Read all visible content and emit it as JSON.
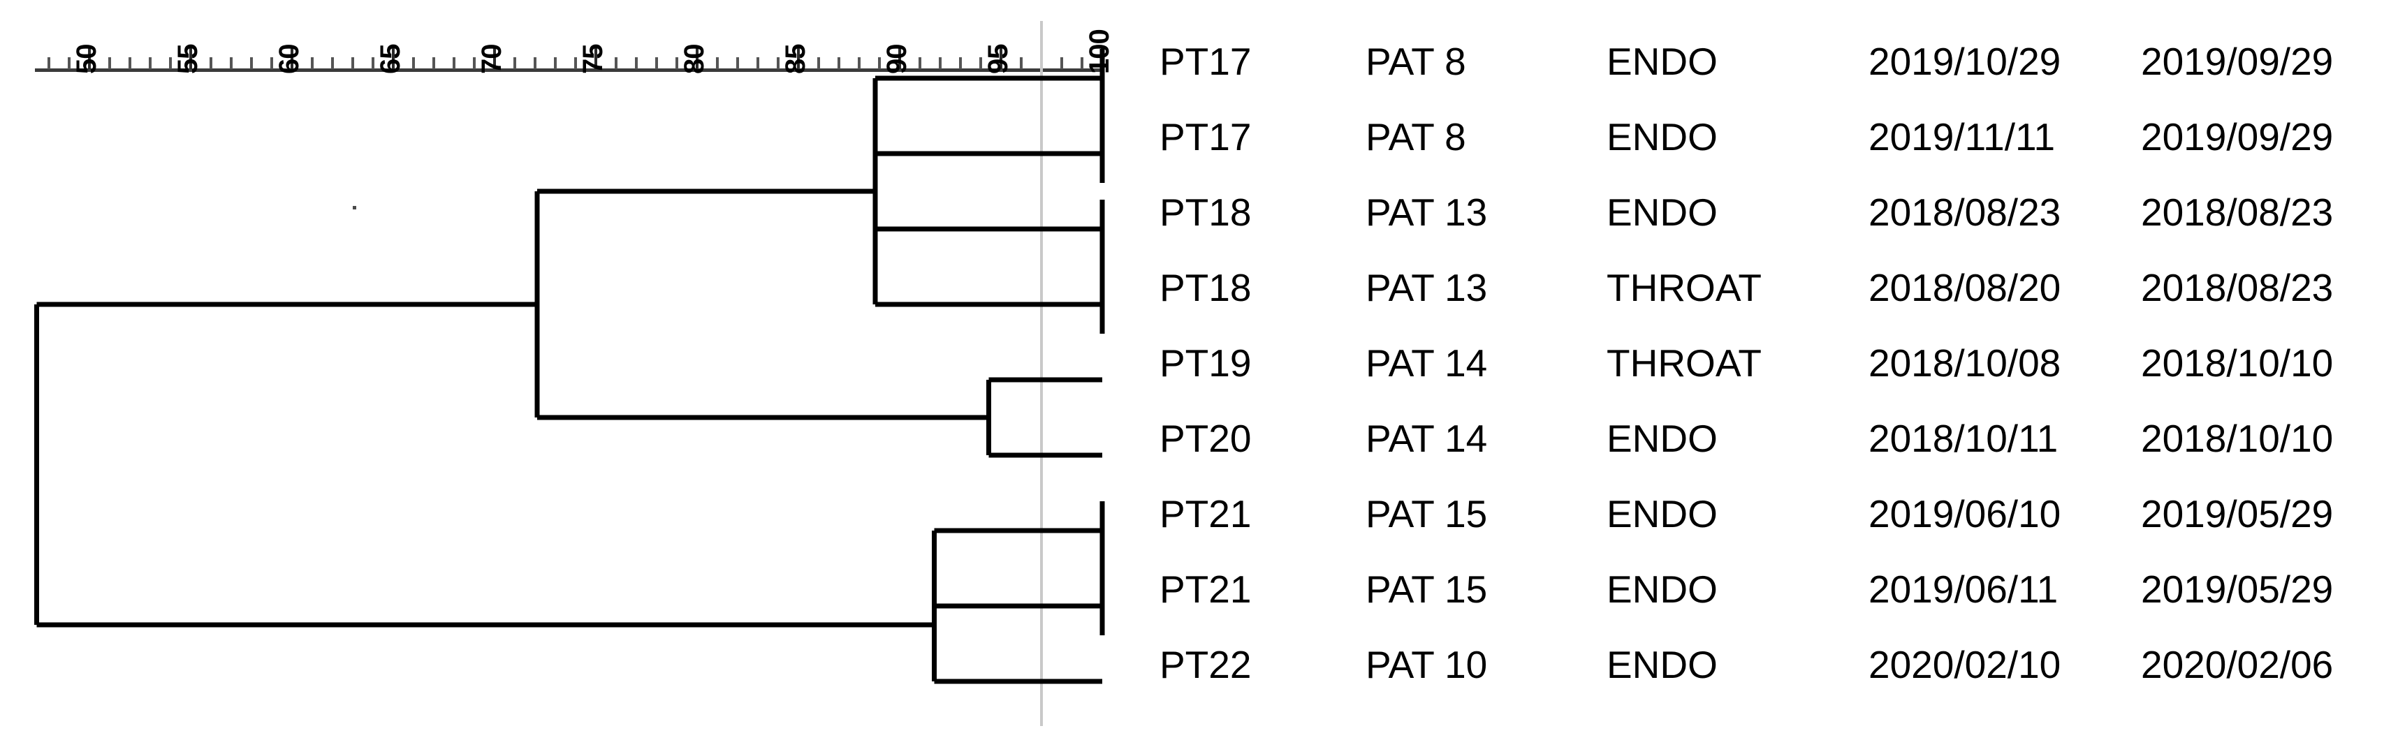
{
  "axis": {
    "label_orientation": "vertical",
    "min": 50,
    "max": 100,
    "major_step": 5,
    "minor_step": 1,
    "ticks": [
      {
        "value": 50,
        "label": "50"
      },
      {
        "value": 55,
        "label": "55"
      },
      {
        "value": 60,
        "label": "60"
      },
      {
        "value": 65,
        "label": "65"
      },
      {
        "value": 70,
        "label": "70"
      },
      {
        "value": 75,
        "label": "75"
      },
      {
        "value": 80,
        "label": "80"
      },
      {
        "value": 85,
        "label": "85"
      },
      {
        "value": 90,
        "label": "90"
      },
      {
        "value": 95,
        "label": "95"
      },
      {
        "value": 100,
        "label": "100"
      }
    ],
    "threshold_value": 97.0
  },
  "columns": [
    "strain",
    "patient",
    "source",
    "date_collected",
    "date_reference"
  ],
  "rows": [
    {
      "strain": "PT17",
      "patient": "PAT 8",
      "source": "ENDO",
      "date_collected": "2019/10/29",
      "date_reference": "2019/09/29"
    },
    {
      "strain": "PT17",
      "patient": "PAT 8",
      "source": "ENDO",
      "date_collected": "2019/11/11",
      "date_reference": "2019/09/29"
    },
    {
      "strain": "PT18",
      "patient": "PAT 13",
      "source": "ENDO",
      "date_collected": "2018/08/23",
      "date_reference": "2018/08/23"
    },
    {
      "strain": "PT18",
      "patient": "PAT 13",
      "source": "THROAT",
      "date_collected": "2018/08/20",
      "date_reference": "2018/08/23"
    },
    {
      "strain": "PT19",
      "patient": "PAT 14",
      "source": "THROAT",
      "date_collected": "2018/10/08",
      "date_reference": "2018/10/10"
    },
    {
      "strain": "PT20",
      "patient": "PAT 14",
      "source": "ENDO",
      "date_collected": "2018/10/11",
      "date_reference": "2018/10/10"
    },
    {
      "strain": "PT21",
      "patient": "PAT 15",
      "source": "ENDO",
      "date_collected": "2019/06/10",
      "date_reference": "2019/05/29"
    },
    {
      "strain": "PT21",
      "patient": "PAT 15",
      "source": "ENDO",
      "date_collected": "2019/06/11",
      "date_reference": "2019/05/29"
    },
    {
      "strain": "PT22",
      "patient": "PAT 10",
      "source": "ENDO",
      "date_collected": "2020/02/10",
      "date_reference": "2020/02/06"
    }
  ],
  "chart_data": {
    "type": "dendrogram",
    "title": "",
    "xlabel": "",
    "ylabel": "",
    "xlim": [
      47.4,
      100
    ],
    "axis_min": 50,
    "axis_max": 100,
    "similarity_scale": "percent",
    "line_color": "#000000",
    "threshold_color": "#c9c9c9",
    "leaves": [
      {
        "index": 0,
        "label": "PT17",
        "tip_similarity": 100
      },
      {
        "index": 1,
        "label": "PT17",
        "tip_similarity": 100
      },
      {
        "index": 2,
        "label": "PT18",
        "tip_similarity": 100
      },
      {
        "index": 3,
        "label": "PT18",
        "tip_similarity": 100
      },
      {
        "index": 4,
        "label": "PT19",
        "tip_similarity": 99.2
      },
      {
        "index": 5,
        "label": "PT20",
        "tip_similarity": 99.2
      },
      {
        "index": 6,
        "label": "PT21",
        "tip_similarity": 100
      },
      {
        "index": 7,
        "label": "PT21",
        "tip_similarity": 100
      },
      {
        "index": 8,
        "label": "PT22",
        "tip_similarity": 99.2
      }
    ],
    "nodes": [
      {
        "id": "n_pt17",
        "similarity": 88.8,
        "children": [
          0,
          1
        ]
      },
      {
        "id": "n_pt18",
        "similarity": 88.8,
        "children": [
          2,
          3
        ]
      },
      {
        "id": "n_pt17_pt18",
        "similarity": 88.8,
        "children": [
          "n_pt17",
          "n_pt18"
        ]
      },
      {
        "id": "n_pt19_pt20",
        "similarity": 94.4,
        "children": [
          4,
          5
        ]
      },
      {
        "id": "n_upper",
        "similarity": 72.1,
        "children": [
          "n_pt17_pt18",
          "n_pt19_pt20"
        ]
      },
      {
        "id": "n_pt21",
        "similarity": 91.7,
        "children": [
          6,
          7
        ]
      },
      {
        "id": "n_lower",
        "similarity": 91.7,
        "children": [
          "n_pt21",
          8
        ]
      },
      {
        "id": "n_root",
        "similarity": 47.4,
        "children": [
          "n_upper",
          "n_lower"
        ]
      }
    ]
  }
}
